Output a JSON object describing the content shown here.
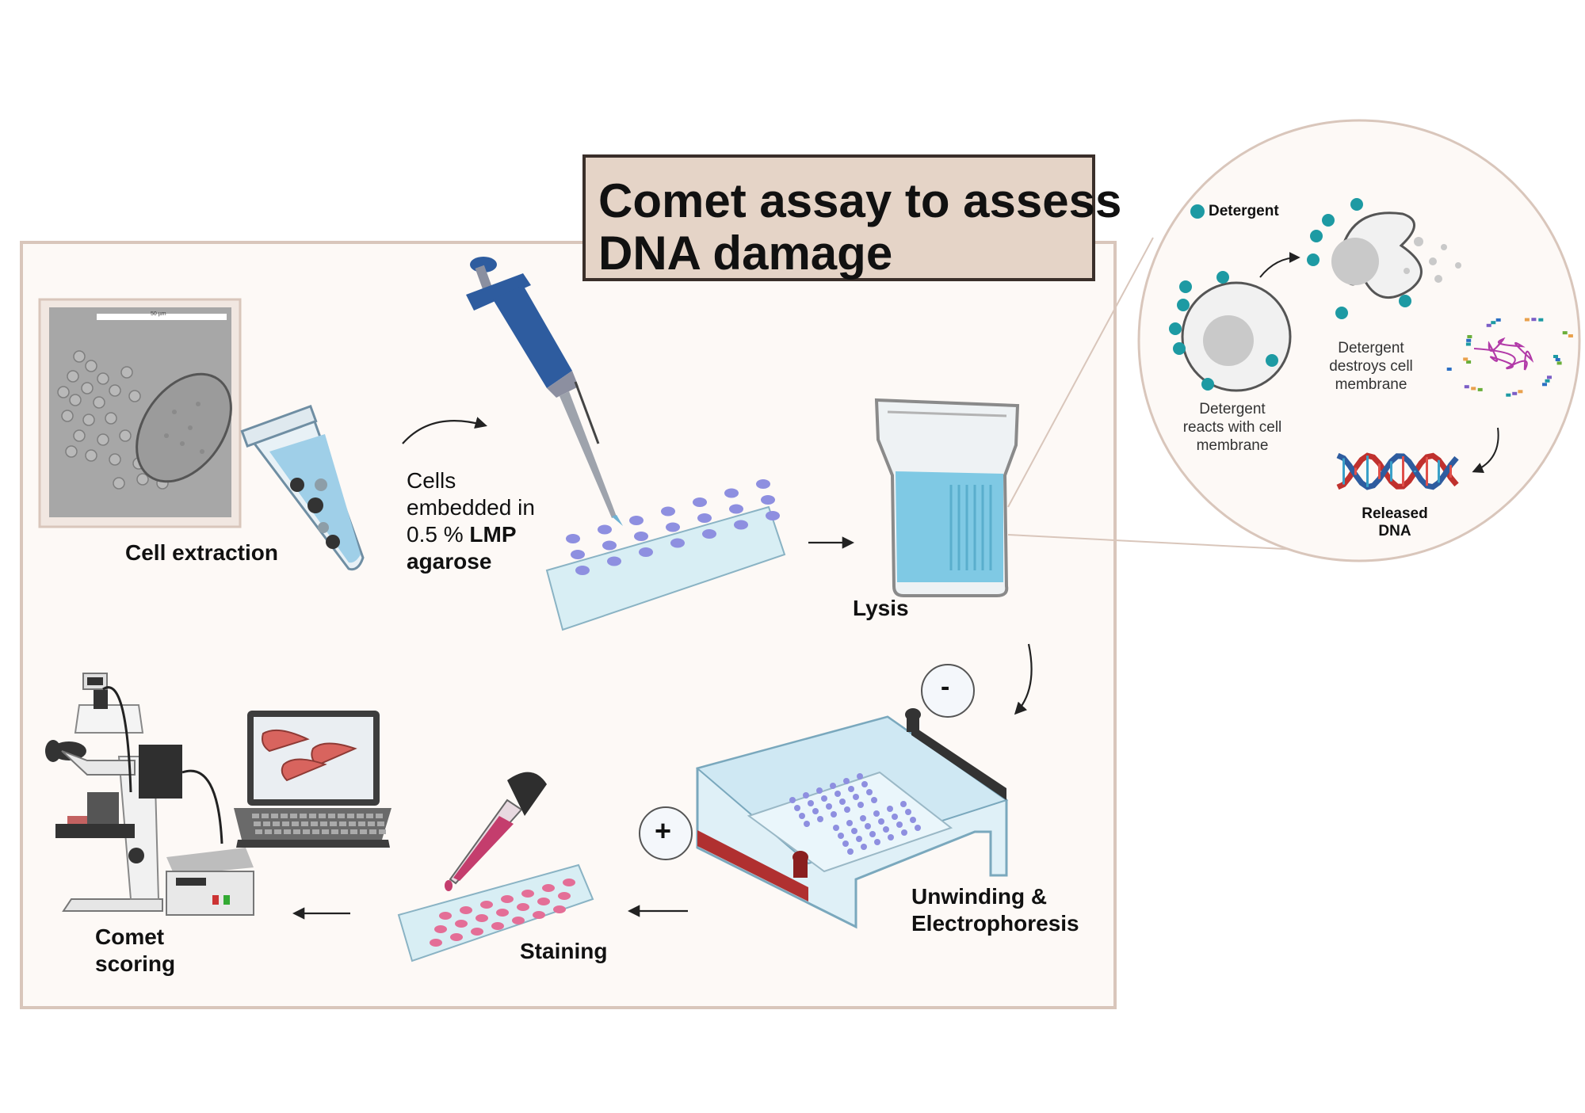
{
  "title": {
    "line1": "Comet assay to assess",
    "line2": "DNA damage"
  },
  "steps": {
    "cell_extraction": "Cell extraction",
    "embed_line1": "Cells",
    "embed_line2": "embedded in",
    "embed_line3_pre": "0.5 % ",
    "embed_line3_bold": "LMP",
    "embed_line4": "agarose",
    "lysis": "Lysis",
    "unwinding_line1": "Unwinding &",
    "unwinding_line2": "Electrophoresis",
    "staining": "Staining",
    "comet_line1": "Comet",
    "comet_line2": "scoring"
  },
  "micrograph": {
    "scale_bar": "50 µm"
  },
  "electrodes": {
    "negative": "-",
    "positive": "+"
  },
  "inset": {
    "legend": "Detergent",
    "react_line1": "Detergent",
    "react_line2": "reacts with cell",
    "react_line3": "membrane",
    "destroy_line1": "Detergent",
    "destroy_line2": "destroys cell",
    "destroy_line3": "membrane",
    "released_line1": "Released",
    "released_line2": "DNA"
  },
  "colors": {
    "panel_bg": "#fdf9f6",
    "panel_border": "#d9c6bb",
    "title_bg": "#e5d4c7",
    "detergent": "#1d9aa3",
    "well_blue": "#8e8fe0",
    "well_pink": "#e46e97",
    "pipette_blue": "#2e5c9f",
    "buffer": "#7fc9e4",
    "tank_red": "#b03030",
    "comet": "#d8645e"
  }
}
